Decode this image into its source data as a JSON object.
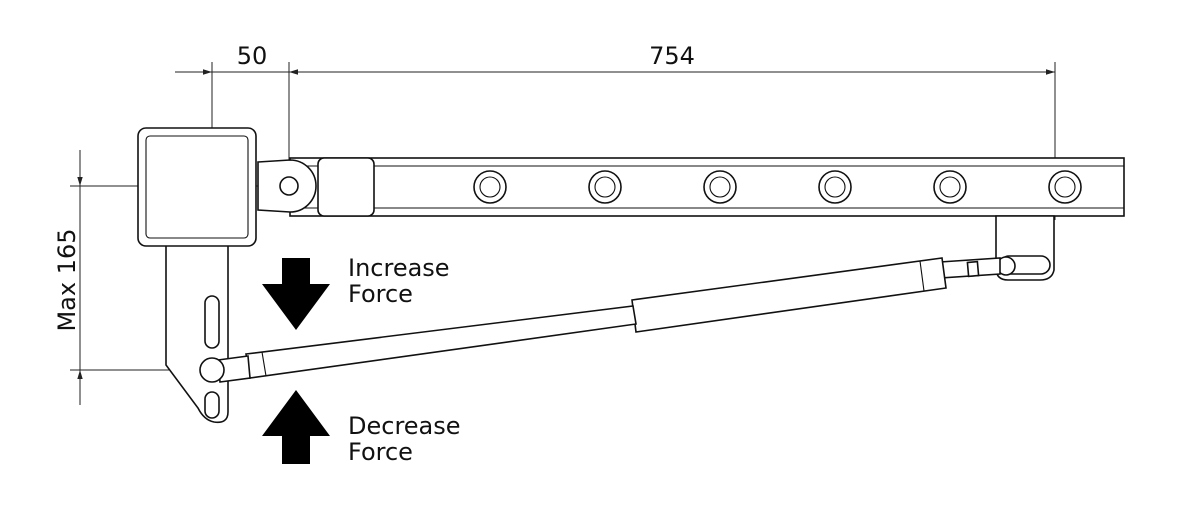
{
  "dimensions": {
    "offset": "50",
    "length": "754",
    "height": "Max 165"
  },
  "annotations": {
    "increase_line1": "Increase",
    "increase_line2": "Force",
    "decrease_line1": "Decrease",
    "decrease_line2": "Force"
  },
  "colors": {
    "line": "#111111",
    "arrow_fill": "#000000",
    "background": "#ffffff"
  },
  "icons": {
    "increase": "arrow-down-icon",
    "decrease": "arrow-up-icon"
  }
}
